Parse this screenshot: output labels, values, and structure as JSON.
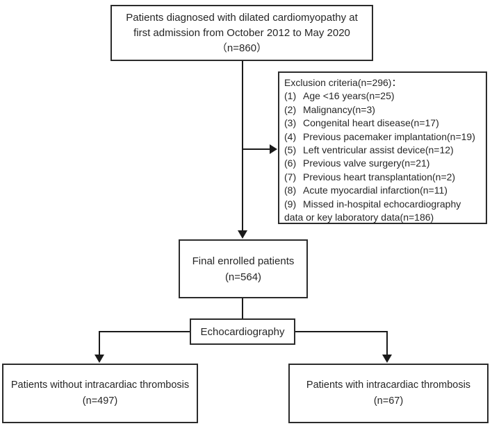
{
  "diagram": {
    "top_box": {
      "text": "Patients diagnosed with dilated cardiomyopathy at first admission from October 2012 to May 2020",
      "count": "（n=860）"
    },
    "exclusion_box": {
      "title": "Exclusion criteria(n=296)：",
      "items": [
        {
          "num": "(1)",
          "text": "Age <16 years(n=25)"
        },
        {
          "num": "(2)",
          "text": "Malignancy(n=3)"
        },
        {
          "num": "(3)",
          "text": "Congenital heart disease(n=17)"
        },
        {
          "num": "(4)",
          "text": "Previous pacemaker implantation(n=19)"
        },
        {
          "num": "(5)",
          "text": "Left ventricular assist device(n=12)"
        },
        {
          "num": "(6)",
          "text": "Previous valve surgery(n=21)"
        },
        {
          "num": "(7)",
          "text": "Previous heart transplantation(n=2)"
        },
        {
          "num": "(8)",
          "text": "Acute myocardial infarction(n=11)"
        },
        {
          "num": "(9)",
          "text": "Missed in-hospital echocardiography data or key laboratory data(n=186)"
        }
      ]
    },
    "final_box": {
      "text": "Final enrolled patients",
      "count": "(n=564)"
    },
    "echo_box": {
      "label": "Echocardiography"
    },
    "no_thrombosis_box": {
      "text": "Patients without intracardiac thrombosis",
      "count": "(n=497)"
    },
    "thrombosis_box": {
      "text": "Patients with intracardiac thrombosis",
      "count": "(n=67)"
    },
    "colors": {
      "line": "#1a1a1a",
      "border": "#2b2b2b",
      "text": "#262626",
      "background": "#ffffff"
    }
  }
}
